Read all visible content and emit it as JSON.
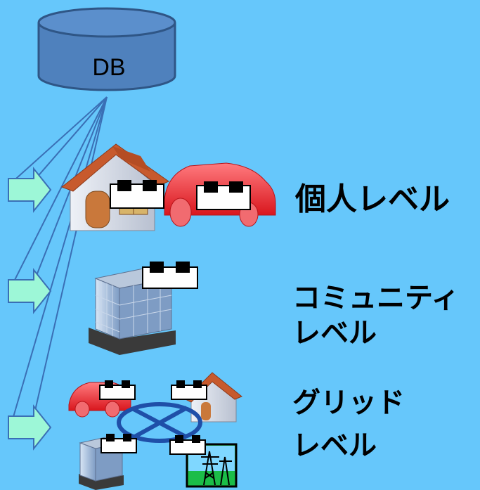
{
  "database": {
    "label": "DB"
  },
  "levels": [
    {
      "label": "個人レベル"
    },
    {
      "label_line1": "コミュニティ",
      "label_line2": "レベル"
    },
    {
      "label_line1": "グリッド",
      "label_line2": "レベル"
    }
  ],
  "colors": {
    "background": "#66c7fb",
    "db_fill": "#4f81bd",
    "db_stroke": "#2f5686",
    "arrow_fill": "#9df7d7",
    "car": "#f2353b",
    "roof": "#c75a2d",
    "building": "#9fb7d6",
    "ring": "#1f4fa8"
  },
  "icons": [
    "database-icon",
    "house-icon",
    "car-icon",
    "office-building-icon",
    "power-tower-icon",
    "sensor-device-icon",
    "arrow-right-icon"
  ]
}
